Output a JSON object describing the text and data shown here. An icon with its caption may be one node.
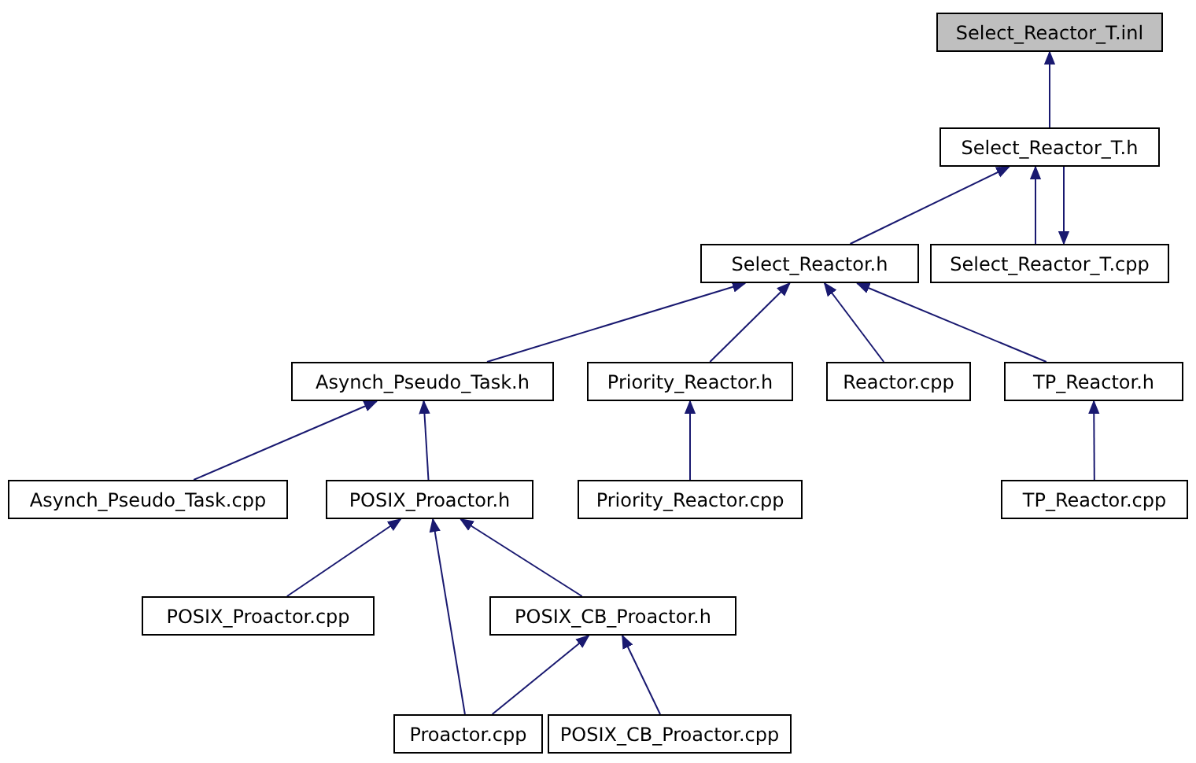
{
  "diagram": {
    "nodes": [
      {
        "text": [
          "Select_Reactor_T.inl"
        ]
      },
      {
        "text": [
          "Select_Reactor_T.h"
        ]
      },
      {
        "text": [
          "Select_Reactor_T.cpp"
        ]
      },
      {
        "text": [
          "Select_Reactor.h"
        ]
      },
      {
        "text": [
          "Asynch_Pseudo_Task.h"
        ]
      },
      {
        "text": [
          "Priority_Reactor.h"
        ]
      },
      {
        "text": [
          "Reactor.cpp"
        ]
      },
      {
        "text": [
          "TP_Reactor.h"
        ]
      },
      {
        "text": [
          "Asynch_Pseudo_Task.cpp"
        ]
      },
      {
        "text": [
          "POSIX_Proactor.h"
        ]
      },
      {
        "text": [
          "Priority_Reactor.cpp"
        ]
      },
      {
        "text": [
          "TP_Reactor.cpp"
        ]
      },
      {
        "text": [
          "POSIX_Proactor.cpp"
        ]
      },
      {
        "text": [
          "POSIX_CB_Proactor.h"
        ]
      },
      {
        "text": [
          "Proactor.cpp"
        ]
      },
      {
        "text": [
          "POSIX_CB_Proactor.cpp"
        ]
      }
    ],
    "edges": [
      {
        "from": 1,
        "to": 0,
        "arrow": "to"
      },
      {
        "from": 2,
        "to": 1,
        "arrow": "to"
      },
      {
        "from": 1,
        "to": 2,
        "arrow": "to"
      },
      {
        "from": 3,
        "to": 1,
        "arrow": "to"
      },
      {
        "from": 4,
        "to": 3,
        "arrow": "to"
      },
      {
        "from": 5,
        "to": 3,
        "arrow": "to"
      },
      {
        "from": 6,
        "to": 3,
        "arrow": "to"
      },
      {
        "from": 7,
        "to": 3,
        "arrow": "to"
      },
      {
        "from": 8,
        "to": 4,
        "arrow": "to"
      },
      {
        "from": 9,
        "to": 4,
        "arrow": "to"
      },
      {
        "from": 10,
        "to": 5,
        "arrow": "to"
      },
      {
        "from": 11,
        "to": 7,
        "arrow": "to"
      },
      {
        "from": 12,
        "to": 9,
        "arrow": "to"
      },
      {
        "from": 13,
        "to": 9,
        "arrow": "to"
      },
      {
        "from": 14,
        "to": 9,
        "arrow": "to"
      },
      {
        "from": 14,
        "to": 13,
        "arrow": "to"
      },
      {
        "from": 15,
        "to": 13,
        "arrow": "to"
      }
    ]
  }
}
